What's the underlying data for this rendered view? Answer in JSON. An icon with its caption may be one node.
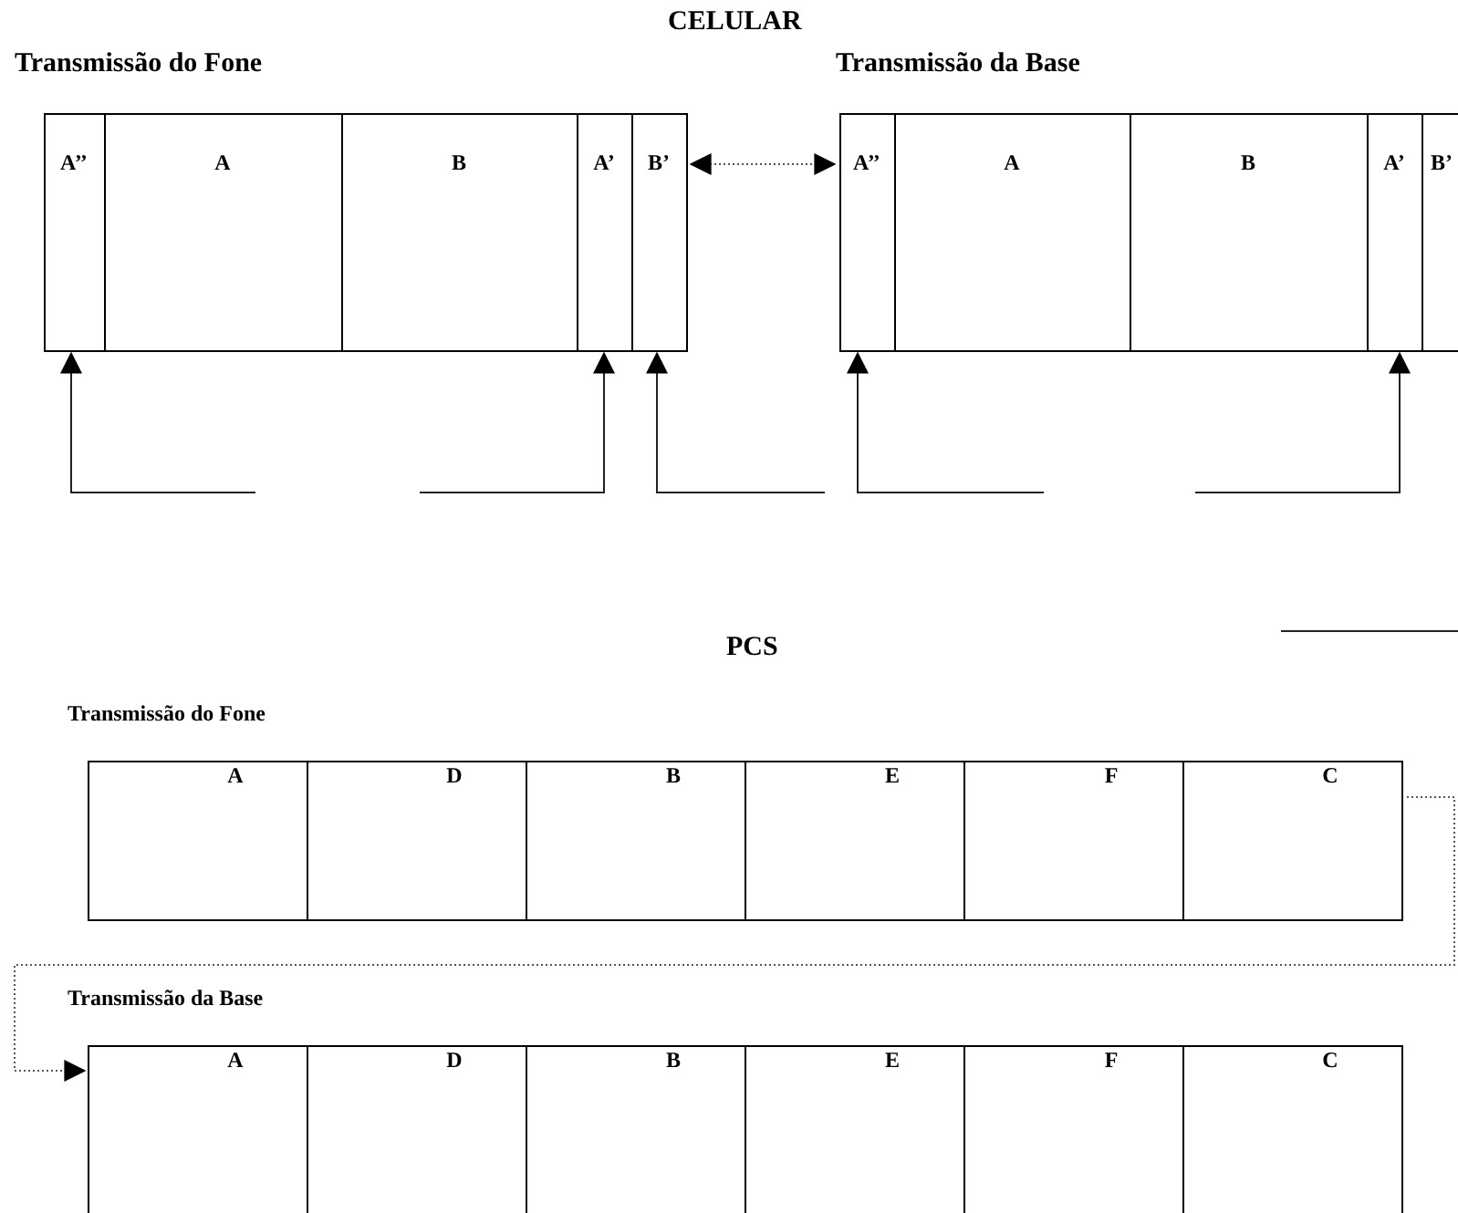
{
  "diagram": {
    "nodes": [
      {
        "text": [
          "A’’"
        ]
      },
      {
        "text": [
          "A"
        ]
      },
      {
        "text": [
          "B"
        ]
      },
      {
        "text": [
          "A’"
        ]
      },
      {
        "text": [
          "B’"
        ]
      },
      {
        "text": [
          "A’’"
        ]
      },
      {
        "text": [
          "A"
        ]
      },
      {
        "text": [
          "B"
        ]
      },
      {
        "text": [
          "A’"
        ]
      },
      {
        "text": [
          "B’"
        ]
      },
      {
        "text": [
          "A"
        ]
      },
      {
        "text": [
          "D"
        ]
      },
      {
        "text": [
          "B"
        ]
      },
      {
        "text": [
          "E"
        ]
      },
      {
        "text": [
          "F"
        ]
      },
      {
        "text": [
          "C"
        ]
      },
      {
        "text": [
          "A"
        ]
      },
      {
        "text": [
          "D"
        ]
      },
      {
        "text": [
          "B"
        ]
      },
      {
        "text": [
          "E"
        ]
      },
      {
        "text": [
          "F"
        ]
      },
      {
        "text": [
          "C"
        ]
      }
    ],
    "edges": [
      {
        "from": 4,
        "to": 5,
        "arrow": "both",
        "style": "dashed"
      },
      {
        "from": null,
        "to": 0,
        "arrow": "to"
      },
      {
        "from": null,
        "to": 3,
        "arrow": "to"
      },
      {
        "from": null,
        "to": 4,
        "arrow": "to"
      },
      {
        "from": null,
        "to": 5,
        "arrow": "to"
      },
      {
        "from": null,
        "to": 8,
        "arrow": "to"
      },
      {
        "from": 15,
        "to": 16,
        "arrow": "to",
        "style": "dashed"
      }
    ],
    "labels": [
      "CELULAR",
      "Transmissão do Fone",
      "Transmissão da Base",
      "PCS",
      "Transmissão do Fone",
      "Transmissão da Base"
    ]
  }
}
